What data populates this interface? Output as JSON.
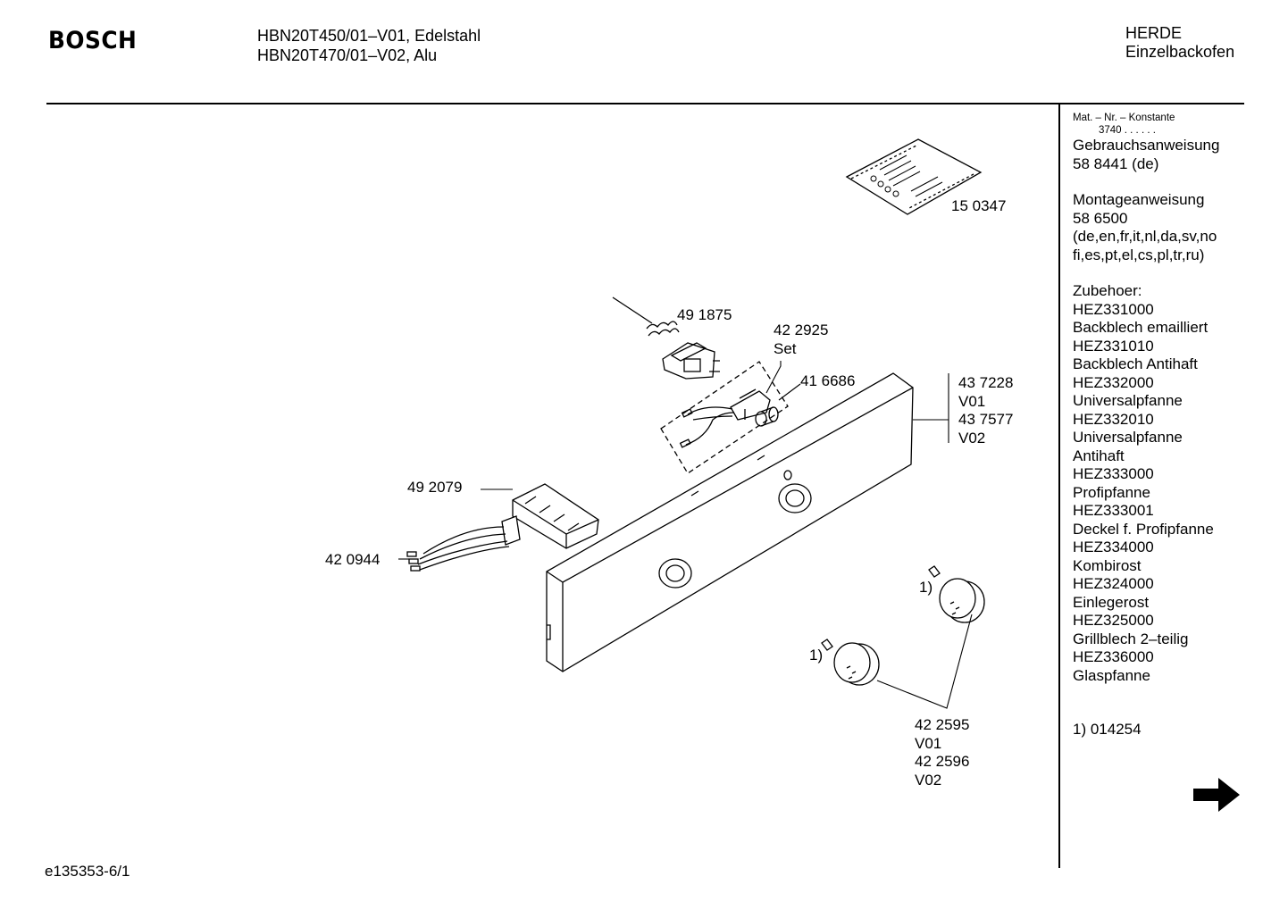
{
  "header": {
    "brand": "BOSCH",
    "model_line_1": "HBN20T450/01–V01, Edelstahl",
    "model_line_2": "HBN20T470/01–V02, Alu",
    "category_line_1": "HERDE",
    "category_line_2": "Einzelbackofen"
  },
  "sidebar": {
    "mat_header": "Mat. – Nr. – Konstante",
    "mat_value": "3740 .  .  .  .  .  .",
    "manual_title": "Gebrauchsanweisung",
    "manual_number": "58 8441 (de)",
    "assembly_title": "Montageanweisung",
    "assembly_number": "58 6500",
    "assembly_langs_1": "(de,en,fr,it,nl,da,sv,no",
    "assembly_langs_2": "fi,es,pt,el,cs,pl,tr,ru)",
    "accessories_title": "Zubehoer:",
    "accessories": [
      "HEZ331000",
      "Backblech emailliert",
      "HEZ331010",
      "Backblech Antihaft",
      "HEZ332000",
      "Universalpfanne",
      "HEZ332010",
      "Universalpfanne",
      "Antihaft",
      "HEZ333000",
      "Profipfanne",
      "HEZ333001",
      "Deckel f. Profipfanne",
      "HEZ334000",
      "Kombirost",
      "HEZ324000",
      "Einlegerost",
      "HEZ325000",
      "Grillblech 2–teilig",
      "HEZ336000",
      "Glaspfanne"
    ],
    "footnote": "1) 014254"
  },
  "parts": {
    "screw_bag": "15 0347",
    "thermostat": "49 1875",
    "switch_set_number": "42 2925",
    "switch_set_word": "Set",
    "switch_cap": "41 6686",
    "panel_v01_number": "43 7228",
    "panel_v01": "V01",
    "panel_v02_number": "43 7577",
    "panel_v02": "V02",
    "selector_switch": "49 2079",
    "cable": "42 0944",
    "knob_note_1": "1)",
    "knob_note_2": "1)",
    "knob_v01_number": "42 2595",
    "knob_v01": "V01",
    "knob_v02_number": "42 2596",
    "knob_v02": "V02"
  },
  "footer": {
    "doc_id": "e135353-6/1"
  },
  "icons": {
    "next_page": "right-arrow-icon"
  }
}
